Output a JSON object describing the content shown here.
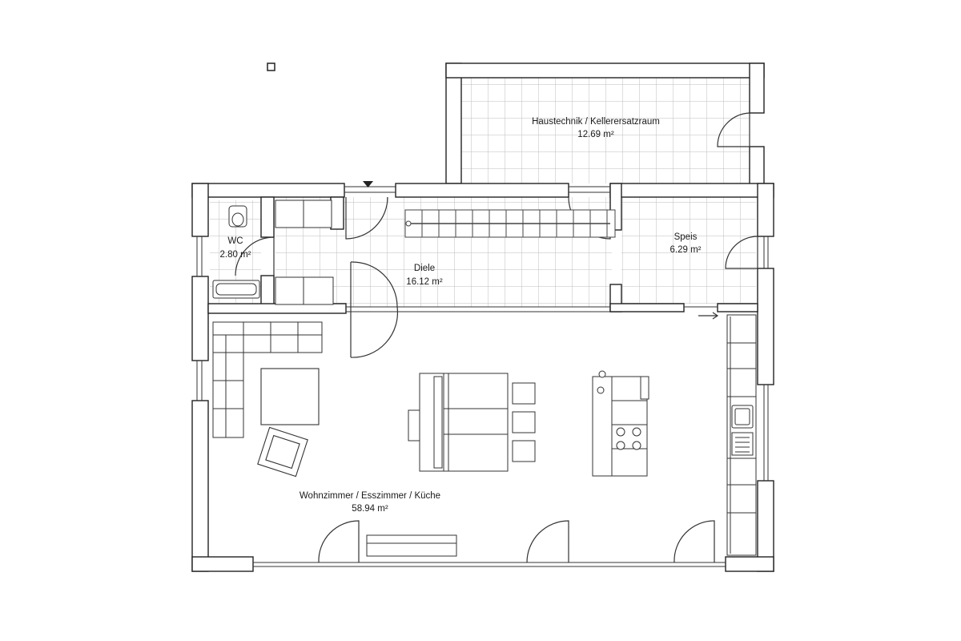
{
  "rooms": [
    {
      "name": "Haustechnik / Kellerersatzraum",
      "area": "12.69 m²"
    },
    {
      "name": "WC",
      "area": "2.80 m²"
    },
    {
      "name": "Diele",
      "area": "16.12 m²"
    },
    {
      "name": "Speis",
      "area": "6.29 m²"
    },
    {
      "name": "Wohnzimmer / Esszimmer / Küche",
      "area": "58.94 m²"
    }
  ],
  "colors": {
    "wall": "#ffffff",
    "wall_stroke": "#222222",
    "line": "#333333",
    "tile": "#bdbdbd",
    "background": "#ffffff"
  }
}
